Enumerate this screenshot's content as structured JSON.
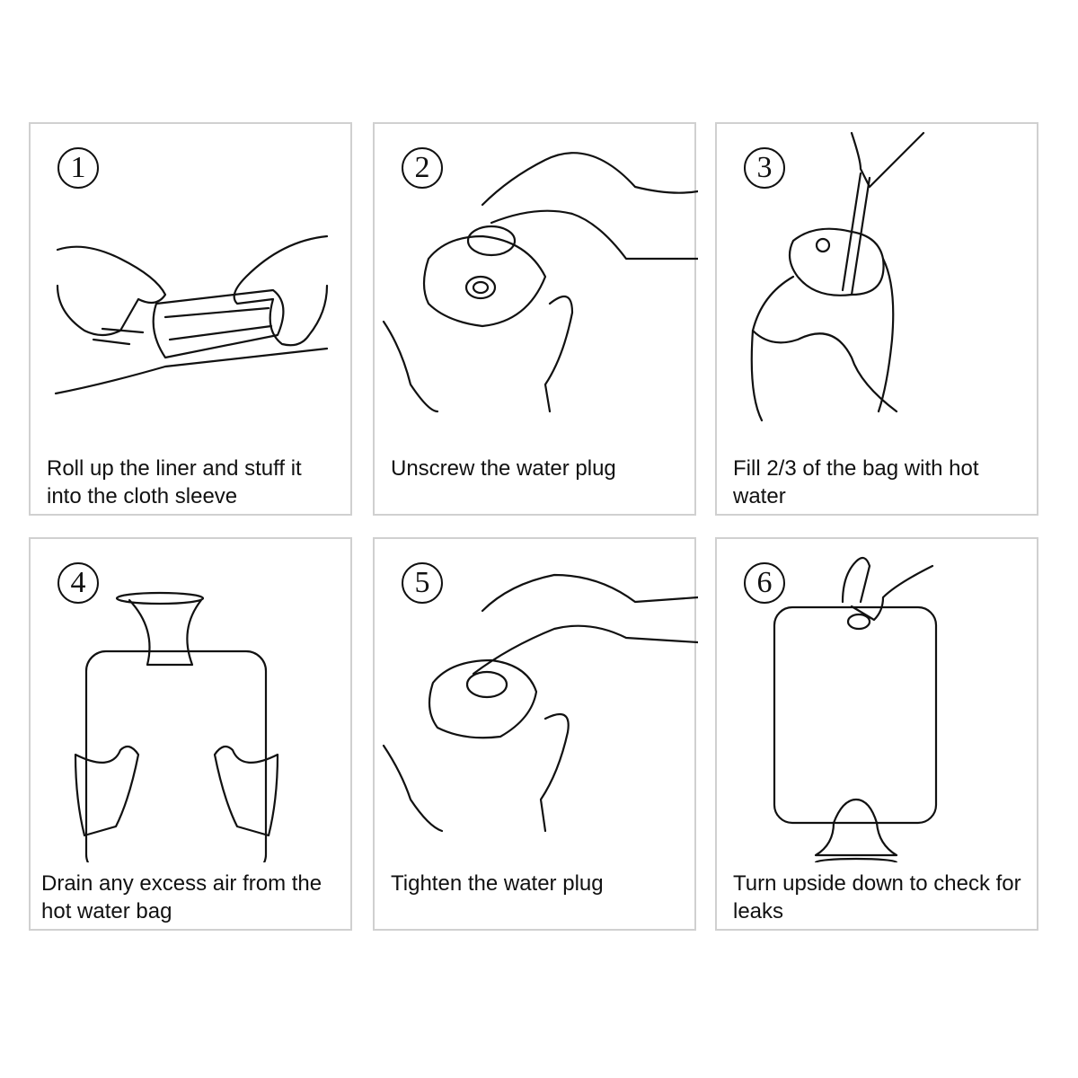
{
  "steps": [
    {
      "number": "1",
      "caption": "Roll up the liner and stuff it into the cloth sleeve"
    },
    {
      "number": "2",
      "caption": "Unscrew the water plug"
    },
    {
      "number": "3",
      "caption": "Fill 2/3 of the bag with hot water"
    },
    {
      "number": "4",
      "caption": "Drain any excess air from the hot water bag"
    },
    {
      "number": "5",
      "caption": "Tighten the water plug"
    },
    {
      "number": "6",
      "caption": "Turn upside down to check for leaks"
    }
  ]
}
